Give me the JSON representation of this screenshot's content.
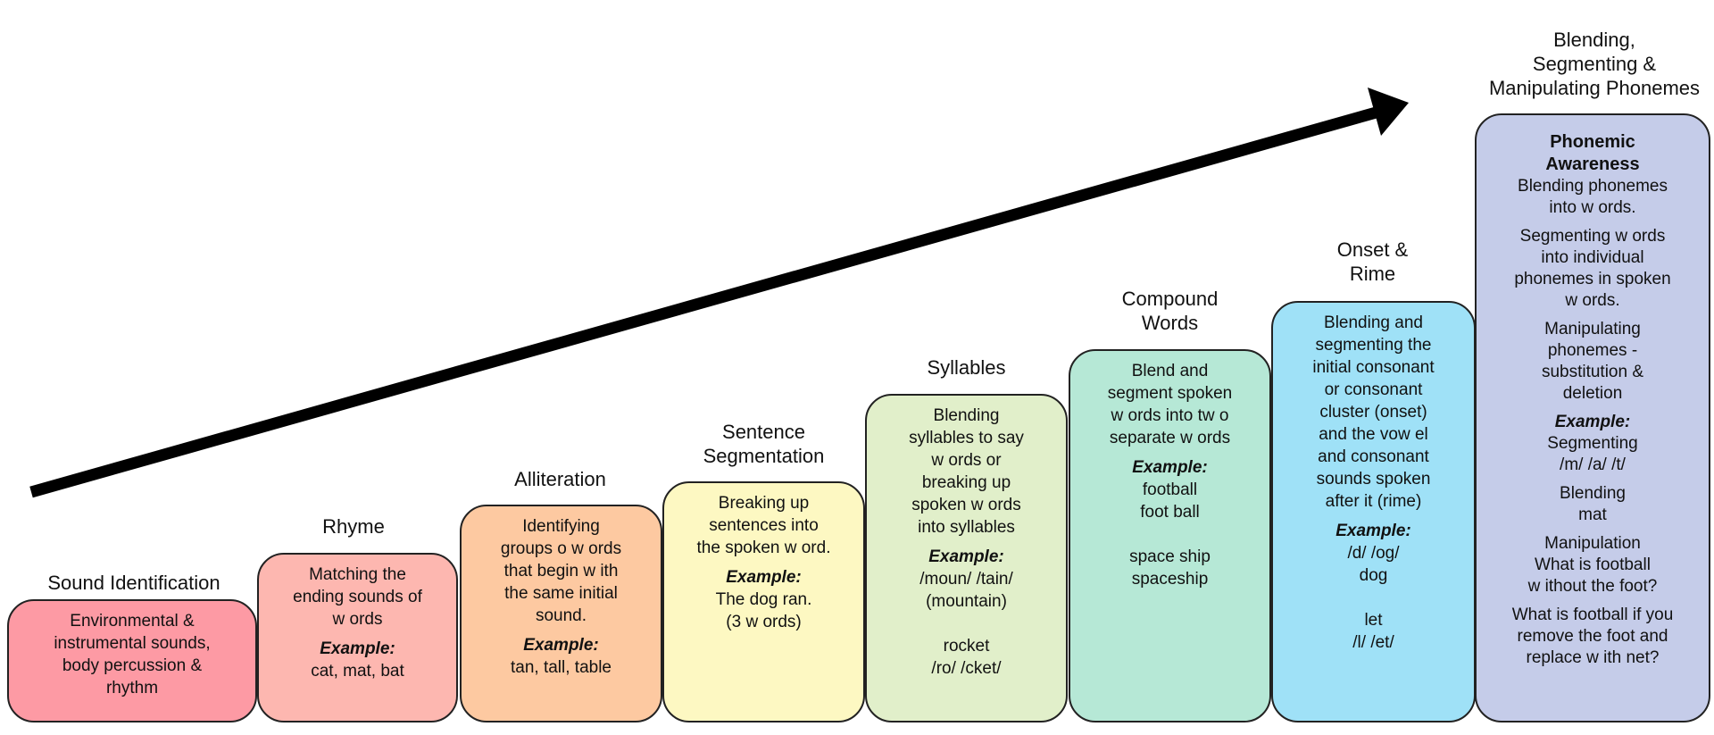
{
  "colors": {
    "s1": "#fd9aa4",
    "s2": "#fdb7b0",
    "s3": "#fdc9a1",
    "s4": "#fdf8c2",
    "s5": "#e1efca",
    "s6": "#b6e8d6",
    "s7": "#9fe1f7",
    "s8": "#c5cce9",
    "arrow": "#000000"
  },
  "steps": [
    {
      "title": "Sound Identification",
      "lines": [
        "Environmental &",
        "instrumental sounds,",
        "body percussion &",
        "rhythm"
      ]
    },
    {
      "title": "Rhyme",
      "lines": [
        "Matching the",
        "ending sounds of",
        "w ords"
      ],
      "example_label": "Example:",
      "example_lines": [
        "cat, mat, bat"
      ]
    },
    {
      "title": "Alliteration",
      "lines": [
        "Identifying",
        "groups o w ords",
        "that begin w ith",
        "the same initial",
        "sound."
      ],
      "example_label": "Example:",
      "example_lines": [
        "tan, tall, table"
      ]
    },
    {
      "title_lines": [
        "Sentence",
        "Segmentation"
      ],
      "lines": [
        "Breaking up",
        "sentences into",
        "the spoken w ord."
      ],
      "example_label": "Example:",
      "example_lines": [
        "The dog ran.",
        "(3 w ords)"
      ]
    },
    {
      "title": "Syllables",
      "lines": [
        "Blending",
        "syllables to say",
        "w ords or",
        "breaking up",
        "spoken w ords",
        "into syllables"
      ],
      "example_label": "Example:",
      "example_lines": [
        "/moun/ /tain/",
        "(mountain)"
      ],
      "example_lines_2": [
        "rocket",
        "/ro/ /cket/"
      ]
    },
    {
      "title_lines": [
        "Compound",
        "Words"
      ],
      "lines": [
        "Blend and",
        "segment spoken",
        "w ords into tw o",
        "separate w ords"
      ],
      "example_label": "Example:",
      "example_lines": [
        "football",
        "foot ball"
      ],
      "example_lines_2": [
        "space ship",
        "spaceship"
      ]
    },
    {
      "title_lines": [
        "Onset &",
        "Rime"
      ],
      "lines": [
        "Blending and",
        "segmenting the",
        "initial consonant",
        "or consonant",
        "cluster (onset)",
        "and the vow el",
        "and consonant",
        "sounds spoken",
        "after it (rime)"
      ],
      "example_label": "Example:",
      "example_lines": [
        "/d/ /og/",
        "dog"
      ],
      "example_lines_2": [
        "let",
        "/l/ /et/"
      ]
    },
    {
      "title_lines": [
        "Blending,",
        "Segmenting &",
        "Manipulating Phonemes"
      ],
      "heading_lines": [
        "Phonemic",
        "Awareness"
      ],
      "blocks": [
        [
          "Blending phonemes",
          "into w ords."
        ],
        [
          "Segmenting w ords",
          "into individual",
          "phonemes in spoken",
          "w ords."
        ],
        [
          "Manipulating",
          "phonemes -",
          "substitution &",
          "deletion"
        ]
      ],
      "example_label": "Example:",
      "example_blocks": [
        [
          "Segmenting",
          "/m/ /a/ /t/"
        ],
        [
          "Blending",
          "mat"
        ],
        [
          "Manipulation",
          "What is football",
          "w ithout the foot?"
        ],
        [
          "What is football if you",
          "remove the foot and",
          "replace w ith net?"
        ]
      ]
    }
  ]
}
